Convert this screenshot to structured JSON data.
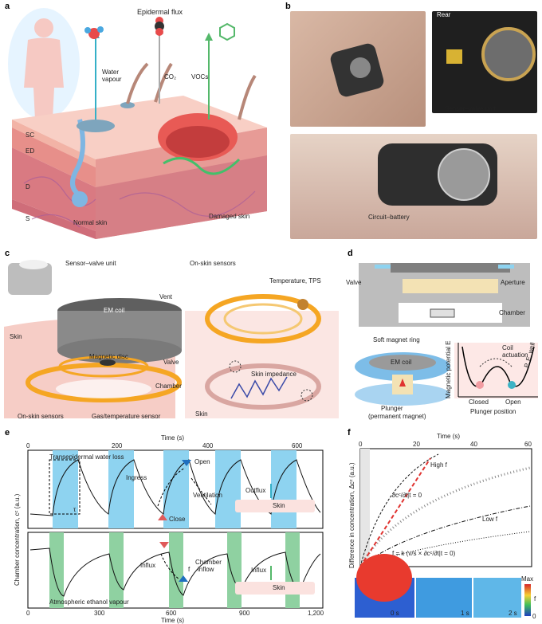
{
  "panels": {
    "a": "a",
    "b": "b",
    "c": "c",
    "d": "d",
    "e": "e",
    "f": "f"
  },
  "panel_a": {
    "flux_title": "Epidermal flux",
    "water": "Water vapour",
    "co2": "CO₂",
    "vocs": "VOCs",
    "layers": [
      "SC",
      "ED",
      "D",
      "S"
    ],
    "normal": "Normal skin",
    "damaged": "Damaged skin"
  },
  "panel_b": {
    "rear": "Rear",
    "sensor_valve": "Sensor–valve unit",
    "circuit_battery": "Circuit–battery"
  },
  "panel_c": {
    "sensor_valve": "Sensor–valve unit",
    "skin": "Skin",
    "em_coil": "EM coil",
    "vent": "Vent",
    "magnetic_disc": "Magnetic disc",
    "valve": "Valve",
    "chamber": "Chamber",
    "on_skin": "On-skin sensors",
    "gas_temp": "Gas/temperature sensor",
    "on_skin2": "On-skin sensors",
    "temp_tps": "Temperature, TPS",
    "skin_imp": "Skin impedance",
    "skin2": "Skin"
  },
  "panel_d": {
    "valve": "Valve",
    "aperture": "Aperture",
    "chamber": "Chamber",
    "soft_ring": "Soft magnet ring",
    "em_coil": "EM coil",
    "plunger": "Plunger",
    "plunger2": "(permanent magnet)",
    "coil_act": "Coil",
    "coil_act2": "actuation",
    "pe_well": "P. E. well",
    "closed": "Closed",
    "open": "Open",
    "xlabel": "Plunger position",
    "ylabel": "Magnetic potential E"
  },
  "panel_e": {
    "top_axis_title": "Time (s)",
    "top_ticks": [
      "0",
      "200",
      "400",
      "600"
    ],
    "bottom_axis_title": "Time (s)",
    "bottom_ticks": [
      "0",
      "300",
      "600",
      "900",
      "1,200"
    ],
    "ylabel": "Chamber concentration, cᶜ (a.u.)",
    "tewl": "Transepidermal water loss",
    "tau": "τ",
    "ingress": "Ingress",
    "open": "Open",
    "close": "Close",
    "ventilation": "Ventilation",
    "outflux": "Outflux",
    "skin": "Skin",
    "influx": "Influx",
    "chamber_inflow": "Chamber",
    "chamber_inflow2": "inflow",
    "f_sym": "f",
    "influx2": "Influx",
    "skin2": "Skin",
    "ethanol": "Atmospheric ethanol vapour"
  },
  "panel_f": {
    "axis_title": "Time (s)",
    "ticks": [
      "0",
      "20",
      "40",
      "60"
    ],
    "ylabel": "Difference in concentration, Δcᶜ (a.u.)",
    "high": "High f",
    "low": "Low f",
    "slope": "∂cᶜ/∂t|t = 0",
    "eq": "f = k (v/s × ∂cᶜ/∂t|t = 0)",
    "t0": "0 s",
    "t1": "1 s",
    "t2": "2 s",
    "max": "Max",
    "zero": "0",
    "fsym": "f"
  },
  "colors": {
    "valve_open": "#8ed3f0",
    "ethanol_band": "#8fd1a1",
    "skin_pink": "#f4a9a0",
    "em_orange": "#f5a623",
    "gray_device": "#5a5a5a",
    "red_dash": "#e0322f"
  }
}
